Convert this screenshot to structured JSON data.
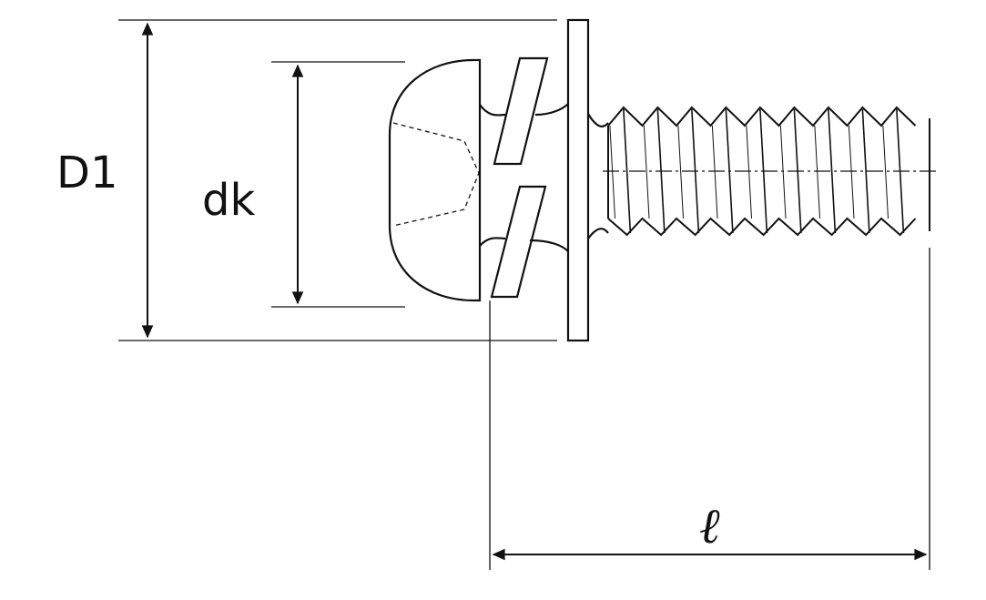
{
  "labels": {
    "D1": "D1",
    "dk": "dk",
    "length": "ℓ"
  },
  "colors": {
    "line": "#111111",
    "background": "#ffffff"
  }
}
